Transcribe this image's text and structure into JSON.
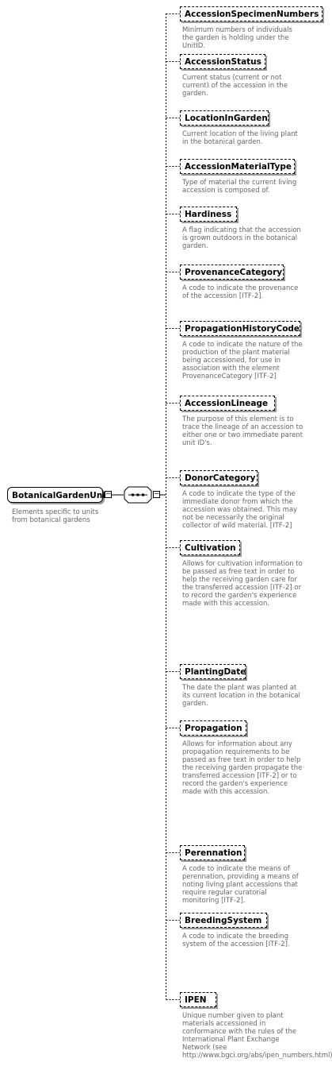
{
  "root": {
    "name": "BotanicalGardenUnit",
    "description": "Elements specific to units from botanical gardens"
  },
  "elements": [
    {
      "name": "AccessionSpecimenNumbers",
      "description": "Minimum numbers of individuals the garden is holding under the UnitID."
    },
    {
      "name": "AccessionStatus",
      "description": "Current status (current or not current) of the accession in the garden."
    },
    {
      "name": "LocationInGarden",
      "description": "Current location of the living plant in the botanical garden."
    },
    {
      "name": "AccessionMaterialType",
      "description": "Type of material the current living accession is composed of."
    },
    {
      "name": "Hardiness",
      "description": "A flag indicating that the accession is grown outdoors in the botanical garden."
    },
    {
      "name": "ProvenanceCategory",
      "description": "A code to indicate the provenance of the accession [ITF-2]."
    },
    {
      "name": "PropagationHistoryCode",
      "description": "A code to indicate the nature of the production of the plant material being accessioned, for use in association with the element ProvenanceCategory [ITF-2]"
    },
    {
      "name": "AccessionLineage",
      "description": "The purpose of this element is to trace the lineage of an accession to either one or two immediate parent unit ID's."
    },
    {
      "name": "DonorCategory",
      "description": "A code to indicate the type of the immediate donor from which the accession was obtained. This may not be necessarily the original collector of wild material. [ITF-2]"
    },
    {
      "name": "Cultivation",
      "description": "Allows for cultivation information to be passed as free text in order to help the receiving garden care for the transferred accession [ITF-2] or to record the garden's experience made with this accession."
    },
    {
      "name": "PlantingDate",
      "description": "The date the plant was planted at its current location in the botanical garden."
    },
    {
      "name": "Propagation",
      "description": "Allows for information about any propagation requirements to be passed as free text in order to help the receiving garden propagate the transferred accession [ITF-2] or to record the garden's experience made with this accession."
    },
    {
      "name": "Perennation",
      "description": "A code to indicate the means of perennation, providing a means of noting living plant accessions that require regular curatorial monitoring [ITF-2]."
    },
    {
      "name": "BreedingSystem",
      "description": "A code to indicate the breeding system of the accession [ITF-2]."
    },
    {
      "name": "IPEN",
      "description": "Unique number given to plant materials accessioned in conformance with the rules of the International Plant Exchange Network (see http://www.bgci.org/abs/ipen_numbers.html)."
    }
  ]
}
